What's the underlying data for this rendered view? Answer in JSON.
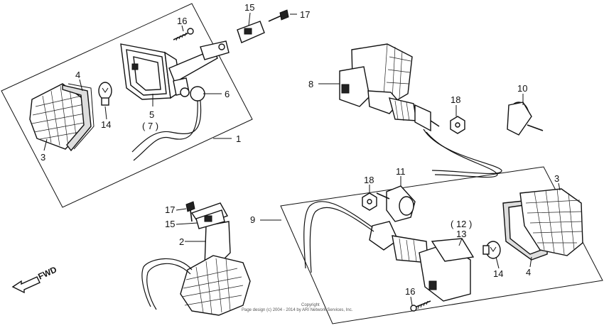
{
  "callouts": {
    "c1": "1",
    "c2": "2",
    "c3a": "3",
    "c3b": "3",
    "c4a": "4",
    "c4b": "4",
    "c5": "5",
    "c5sub": "( 7 )",
    "c6": "6",
    "c8": "8",
    "c9": "9",
    "c10": "10",
    "c11": "11",
    "c12": "( 12 )",
    "c13": "13",
    "c14a": "14",
    "c14b": "14",
    "c15a": "15",
    "c15b": "15",
    "c16a": "16",
    "c16b": "16",
    "c17a": "17",
    "c17b": "17",
    "c18a": "18",
    "c18b": "18"
  },
  "direction_label": "FWD",
  "copyright": {
    "line1": "Copyright",
    "line2": "Page design (c) 2004 - 2014 by ARI Network Services, Inc."
  }
}
